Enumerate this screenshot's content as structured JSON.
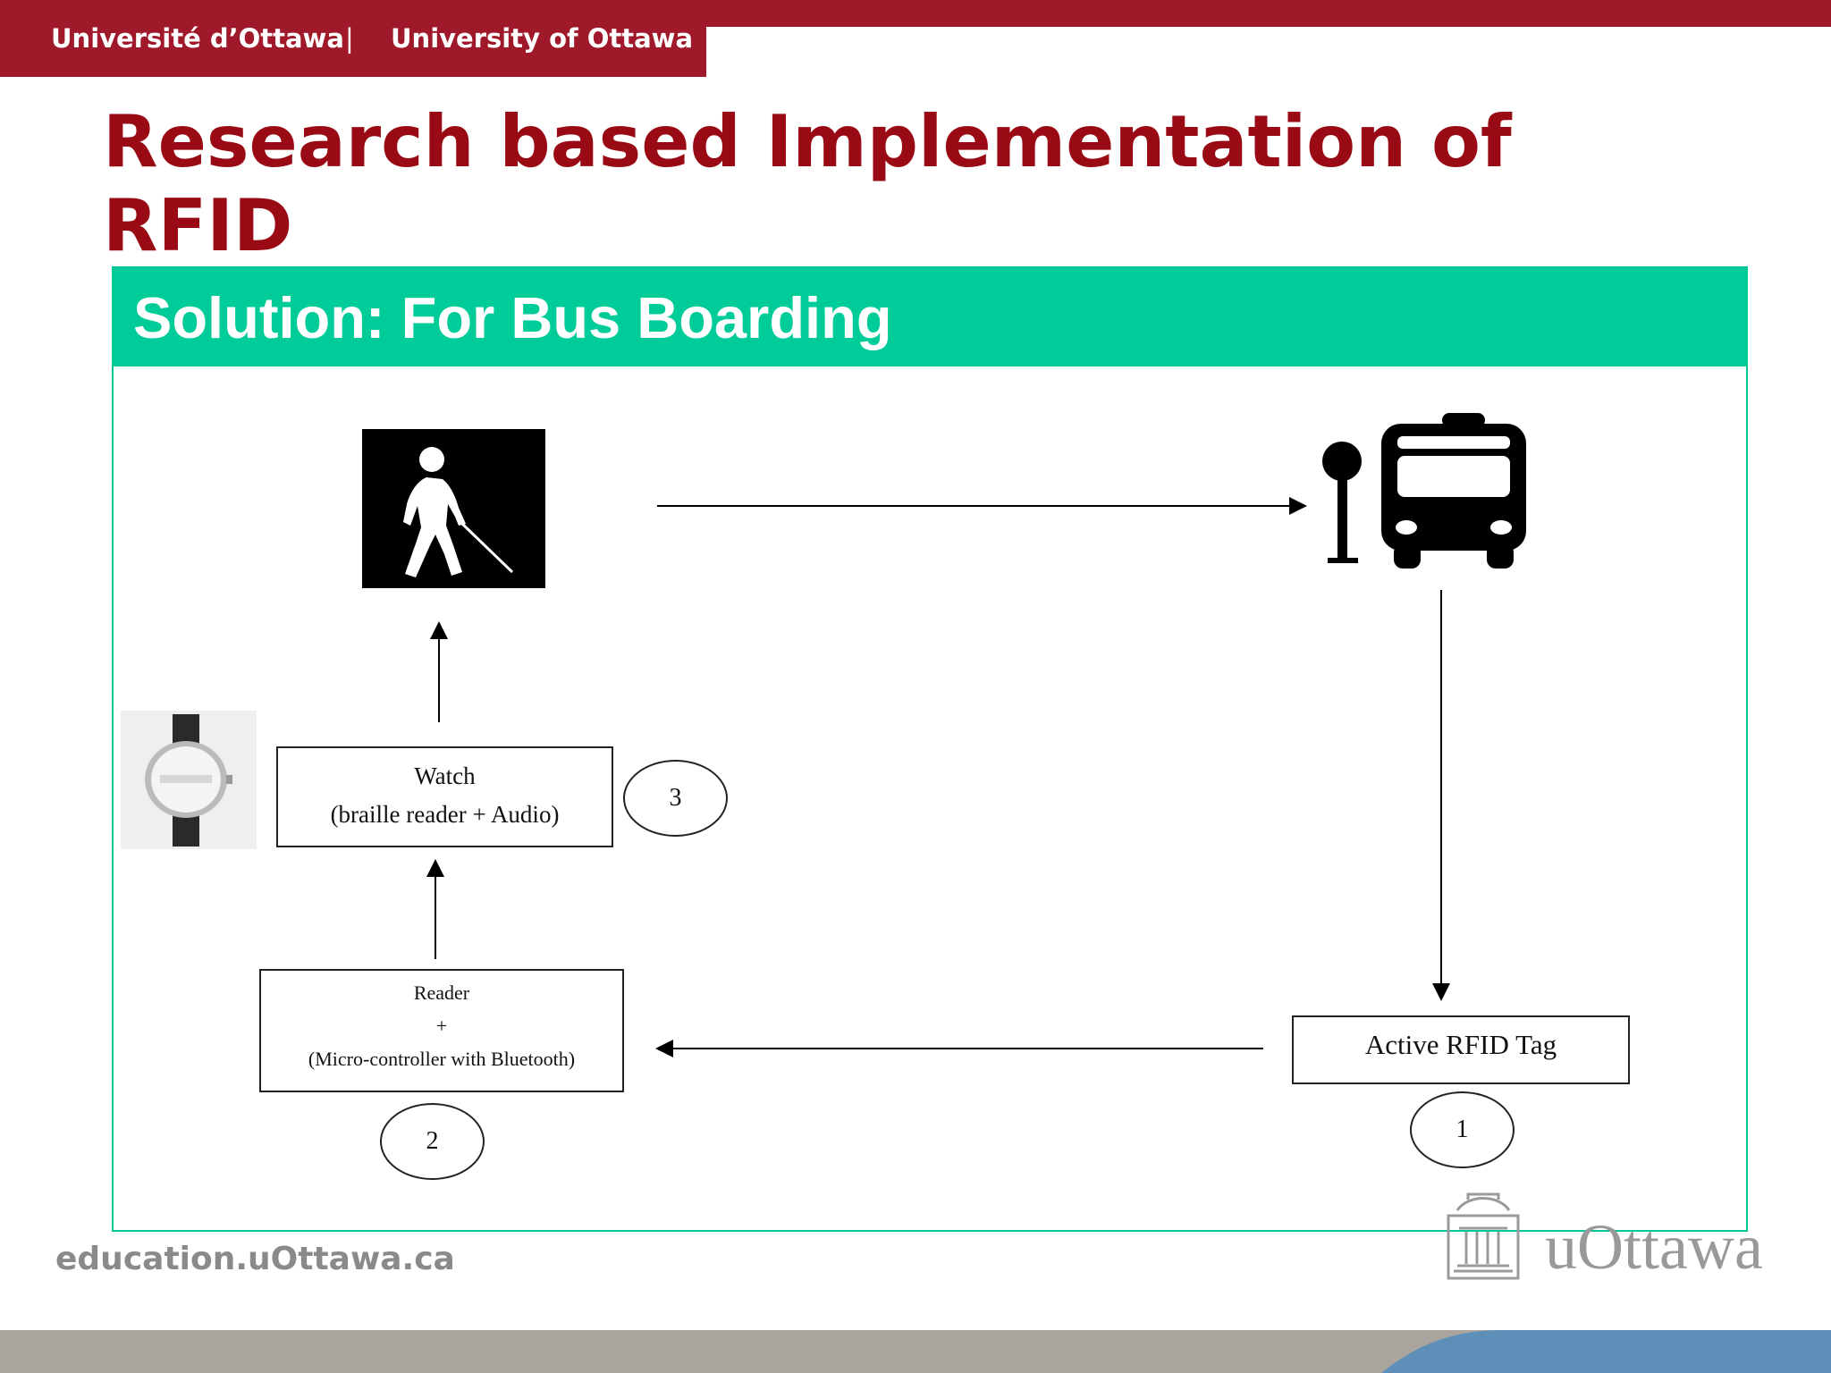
{
  "header": {
    "university_fr": "Université d’Ottawa",
    "separator": "|",
    "university_en": "University of Ottawa"
  },
  "slide": {
    "title_line1": "Research based Implementation of",
    "title_line2": "RFID",
    "subtitle": "Solution: For Bus Boarding"
  },
  "diagram": {
    "watch_box": {
      "line1": "Watch",
      "line2": "(braille reader + Audio)"
    },
    "reader_box": {
      "line1": "Reader",
      "line2": "+",
      "line3": "(Micro-controller with Bluetooth)"
    },
    "rfid_box": {
      "label": "Active RFID Tag"
    },
    "steps": {
      "one": "1",
      "two": "2",
      "three": "3"
    },
    "icons": [
      "blind-pedestrian-icon",
      "bus-stop-icon",
      "wristwatch-photo"
    ]
  },
  "footer": {
    "url": "education.uOttawa.ca",
    "logo_text": "uOttawa"
  },
  "colors": {
    "brand_red": "#a0192b",
    "title_red": "#9a0a14",
    "banner_green": "#00cc99",
    "footer_gray": "#aaa49e",
    "footer_blue": "#5d8fb8"
  }
}
